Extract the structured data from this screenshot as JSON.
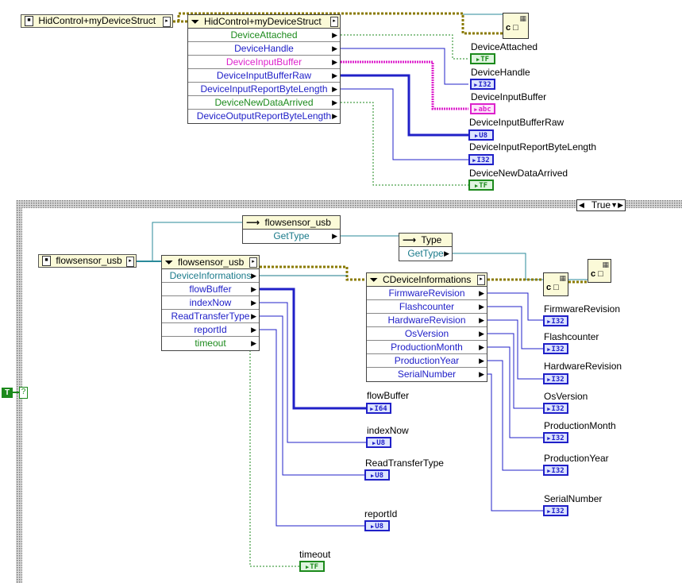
{
  "hid": {
    "control_label": "HidControl+myDeviceStruct",
    "unbundle_title": "HidControl+myDeviceStruct",
    "fields": [
      {
        "label": "DeviceAttached",
        "indicator": "DeviceAttached",
        "type": "TF",
        "color": "#1c8a1c"
      },
      {
        "label": "DeviceHandle",
        "indicator": "DeviceHandle",
        "type": "I32",
        "color": "#2020c8"
      },
      {
        "label": "DeviceInputBuffer",
        "indicator": "DeviceInputBuffer",
        "type": "abc",
        "color": "#dd22cc"
      },
      {
        "label": "DeviceInputBufferRaw",
        "indicator": "DeviceInputBufferRaw",
        "type": "U8",
        "color": "#2020c8"
      },
      {
        "label": "DeviceInputReportByteLength",
        "indicator": "DeviceInputReportByteLength",
        "type": "I32",
        "color": "#2020c8"
      },
      {
        "label": "DeviceNewDataArrived",
        "indicator": "DeviceNewDataArrived",
        "type": "TF",
        "color": "#1c8a1c"
      },
      {
        "label": "DeviceOutputReportByteLength",
        "color": "#2020c8"
      }
    ]
  },
  "case_structure": {
    "selector_value": "True",
    "selector_constant": "T",
    "selector_terminal": "?"
  },
  "flow": {
    "control_label": "flowsensor_usb",
    "gettype_title": "flowsensor_usb",
    "gettype_field": "GetType",
    "type_title": "Type",
    "type_field": "GetType",
    "unbundle_title": "flowsensor_usb",
    "fields": [
      {
        "label": "DeviceInformations",
        "color": "#1a7a8a"
      },
      {
        "label": "flowBuffer",
        "indicator": "flowBuffer",
        "type": "I64",
        "color": "#2020c8"
      },
      {
        "label": "indexNow",
        "indicator": "indexNow",
        "type": "U8",
        "color": "#2020c8"
      },
      {
        "label": "ReadTransferType",
        "indicator": "ReadTransferType",
        "type": "U8",
        "color": "#2020c8"
      },
      {
        "label": "reportId",
        "indicator": "reportId",
        "type": "U8",
        "color": "#2020c8"
      },
      {
        "label": "timeout",
        "indicator": "timeout",
        "type": "TF",
        "color": "#1c8a1c"
      }
    ]
  },
  "cdev": {
    "unbundle_title": "CDeviceInformations",
    "fields": [
      {
        "label": "FirmwareRevision",
        "indicator": "FirmwareRevision",
        "type": "I32"
      },
      {
        "label": "Flashcounter",
        "indicator": "Flashcounter",
        "type": "I32"
      },
      {
        "label": "HardwareRevision",
        "indicator": "HardwareRevision",
        "type": "I32"
      },
      {
        "label": "OsVersion",
        "indicator": "OsVersion",
        "type": "I32"
      },
      {
        "label": "ProductionMonth",
        "indicator": "ProductionMonth",
        "type": "I32"
      },
      {
        "label": "ProductionYear",
        "indicator": "ProductionYear",
        "type": "I32"
      },
      {
        "label": "SerialNumber",
        "indicator": "SerialNumber",
        "type": "I32"
      }
    ]
  },
  "colors": {
    "cluster_wire": "#8a7a00",
    "numeric": "#2020c8",
    "boolean": "#1c8a1c",
    "string": "#dd22cc",
    "refnum": "#1a7a8a"
  }
}
